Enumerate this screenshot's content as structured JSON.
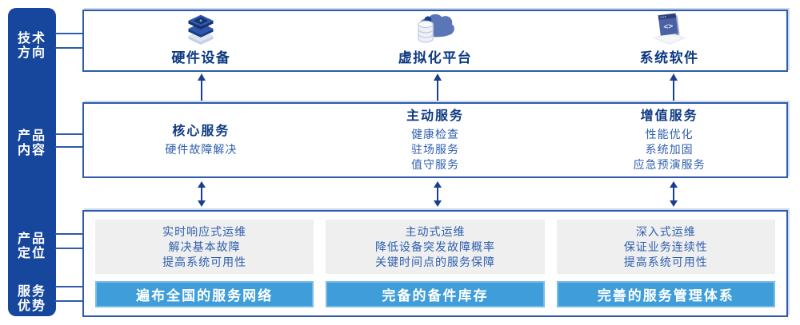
{
  "colors": {
    "sidebar_blue": "#17479c",
    "panel_border_blue": "#2e5ca9",
    "panel_shadow_light_blue": "#ccd9ee",
    "title_navy": "#0d3982",
    "body_blue": "#2e5fae",
    "banner_blue": "#3f9ed9",
    "card_gray": "#efefef",
    "arrow_navy": "#1b3f8f"
  },
  "sidebar": {
    "labels": [
      {
        "name": "tech-direction",
        "line1": "技术",
        "line2": "方向"
      },
      {
        "name": "product-content",
        "line1": "产品",
        "line2": "内容"
      },
      {
        "name": "product-positioning",
        "line1": "产品",
        "line2": "定位"
      },
      {
        "name": "service-advantage",
        "line1": "服务",
        "line2": "优势"
      }
    ]
  },
  "tech_directions": {
    "items": [
      {
        "icon": "hardware-stack-icon",
        "label": "硬件设备"
      },
      {
        "icon": "cloud-database-icon",
        "label": "虚拟化平台"
      },
      {
        "icon": "code-window-icon",
        "label": "系统软件"
      }
    ]
  },
  "product_content": {
    "columns": [
      {
        "title": "核心服务",
        "items": [
          "硬件故障解决"
        ]
      },
      {
        "title": "主动服务",
        "items": [
          "健康检查",
          "驻场服务",
          "值守服务"
        ]
      },
      {
        "title": "增值服务",
        "items": [
          "性能优化",
          "系统加固",
          "应急预演服务"
        ]
      }
    ]
  },
  "positioning_advantages": {
    "columns": [
      {
        "positioning": [
          "实时响应式运维",
          "解决基本故障",
          "提高系统可用性"
        ],
        "advantage": "遍布全国的服务网络"
      },
      {
        "positioning": [
          "主动式运维",
          "降低设备突发故障概率",
          "关键时间点的服务保障"
        ],
        "advantage": "完备的备件库存"
      },
      {
        "positioning": [
          "深入式运维",
          "保证业务连续性",
          "提高系统可用性"
        ],
        "advantage": "完善的服务管理体系"
      }
    ]
  }
}
